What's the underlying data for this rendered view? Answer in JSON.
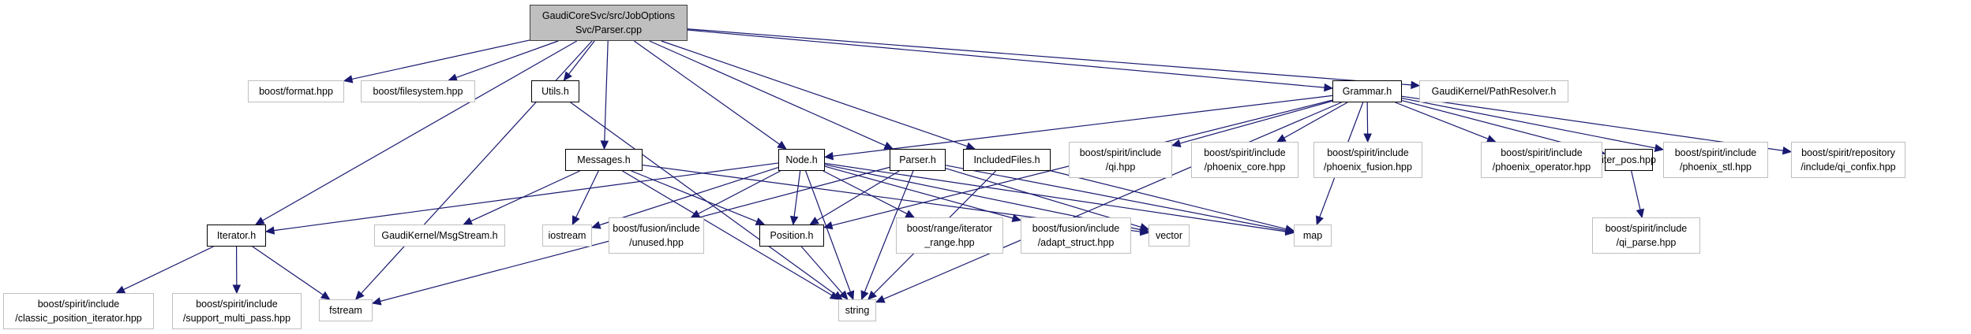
{
  "graph": {
    "title": "GaudiCoreSvc/src/JobOptionsSvc/Parser.cpp",
    "edge_color": "#191970",
    "root_fill": "#bfbfbf",
    "nodes": [
      {
        "id": "root",
        "label": "GaudiCoreSvc/src/JobOptions\nSvc/Parser.cpp",
        "kind": "root"
      },
      {
        "id": "boost_format",
        "label": "boost/format.hpp",
        "kind": "ext"
      },
      {
        "id": "boost_filesystem",
        "label": "boost/filesystem.hpp",
        "kind": "ext"
      },
      {
        "id": "utils_h",
        "label": "Utils.h",
        "kind": "local"
      },
      {
        "id": "grammar_h",
        "label": "Grammar.h",
        "kind": "local"
      },
      {
        "id": "pathresolver",
        "label": "GaudiKernel/PathResolver.h",
        "kind": "ext"
      },
      {
        "id": "messages_h",
        "label": "Messages.h",
        "kind": "local"
      },
      {
        "id": "node_h",
        "label": "Node.h",
        "kind": "local"
      },
      {
        "id": "parser_h",
        "label": "Parser.h",
        "kind": "local"
      },
      {
        "id": "includedfiles_h",
        "label": "IncludedFiles.h",
        "kind": "local"
      },
      {
        "id": "qi_hpp",
        "label": "boost/spirit/include\n/qi.hpp",
        "kind": "ext"
      },
      {
        "id": "phoenix_core",
        "label": "boost/spirit/include\n/phoenix_core.hpp",
        "kind": "ext"
      },
      {
        "id": "phoenix_fusion",
        "label": "boost/spirit/include\n/phoenix_fusion.hpp",
        "kind": "ext"
      },
      {
        "id": "phoenix_operator",
        "label": "boost/spirit/include\n/phoenix_operator.hpp",
        "kind": "ext"
      },
      {
        "id": "iter_pos",
        "label": "iter_pos.hpp",
        "kind": "local"
      },
      {
        "id": "phoenix_stl",
        "label": "boost/spirit/include\n/phoenix_stl.hpp",
        "kind": "ext"
      },
      {
        "id": "qi_confix",
        "label": "boost/spirit/repository\n/include/qi_confix.hpp",
        "kind": "ext"
      },
      {
        "id": "iterator_h",
        "label": "Iterator.h",
        "kind": "local"
      },
      {
        "id": "msgstream",
        "label": "GaudiKernel/MsgStream.h",
        "kind": "ext"
      },
      {
        "id": "iostream",
        "label": "iostream",
        "kind": "ext"
      },
      {
        "id": "fusion_unused",
        "label": "boost/fusion/include\n/unused.hpp",
        "kind": "ext"
      },
      {
        "id": "position_h",
        "label": "Position.h",
        "kind": "local"
      },
      {
        "id": "iterator_range",
        "label": "boost/range/iterator\n_range.hpp",
        "kind": "ext"
      },
      {
        "id": "adapt_struct",
        "label": "boost/fusion/include\n/adapt_struct.hpp",
        "kind": "ext"
      },
      {
        "id": "vector",
        "label": "vector",
        "kind": "ext"
      },
      {
        "id": "map",
        "label": "map",
        "kind": "ext"
      },
      {
        "id": "qi_parse",
        "label": "boost/spirit/include\n/qi_parse.hpp",
        "kind": "ext"
      },
      {
        "id": "classic_pos_iter",
        "label": "boost/spirit/include\n/classic_position_iterator.hpp",
        "kind": "ext"
      },
      {
        "id": "multi_pass",
        "label": "boost/spirit/include\n/support_multi_pass.hpp",
        "kind": "ext"
      },
      {
        "id": "fstream",
        "label": "fstream",
        "kind": "ext"
      },
      {
        "id": "string",
        "label": "string",
        "kind": "ext"
      }
    ],
    "edges": [
      [
        "root",
        "iterator_h"
      ],
      [
        "root",
        "boost_format"
      ],
      [
        "root",
        "boost_filesystem"
      ],
      [
        "root",
        "fstream"
      ],
      [
        "root",
        "utils_h"
      ],
      [
        "root",
        "messages_h"
      ],
      [
        "root",
        "node_h"
      ],
      [
        "root",
        "parser_h"
      ],
      [
        "root",
        "includedfiles_h"
      ],
      [
        "root",
        "grammar_h"
      ],
      [
        "root",
        "pathresolver"
      ],
      [
        "utils_h",
        "string"
      ],
      [
        "grammar_h",
        "node_h"
      ],
      [
        "grammar_h",
        "qi_hpp"
      ],
      [
        "grammar_h",
        "phoenix_core"
      ],
      [
        "grammar_h",
        "phoenix_fusion"
      ],
      [
        "grammar_h",
        "phoenix_operator"
      ],
      [
        "grammar_h",
        "iter_pos"
      ],
      [
        "grammar_h",
        "phoenix_stl"
      ],
      [
        "grammar_h",
        "qi_confix"
      ],
      [
        "grammar_h",
        "map"
      ],
      [
        "grammar_h",
        "string"
      ],
      [
        "grammar_h",
        "position_h"
      ],
      [
        "iter_pos",
        "qi_parse"
      ],
      [
        "messages_h",
        "msgstream"
      ],
      [
        "messages_h",
        "iostream"
      ],
      [
        "messages_h",
        "string"
      ],
      [
        "messages_h",
        "position_h"
      ],
      [
        "messages_h",
        "vector"
      ],
      [
        "node_h",
        "iterator_h"
      ],
      [
        "node_h",
        "iostream"
      ],
      [
        "node_h",
        "fusion_unused"
      ],
      [
        "node_h",
        "position_h"
      ],
      [
        "node_h",
        "iterator_range"
      ],
      [
        "node_h",
        "adapt_struct"
      ],
      [
        "node_h",
        "vector"
      ],
      [
        "node_h",
        "string"
      ],
      [
        "node_h",
        "map"
      ],
      [
        "parser_h",
        "position_h"
      ],
      [
        "parser_h",
        "vector"
      ],
      [
        "parser_h",
        "map"
      ],
      [
        "parser_h",
        "string"
      ],
      [
        "parser_h",
        "fstream"
      ],
      [
        "includedfiles_h",
        "map"
      ],
      [
        "includedfiles_h",
        "string"
      ],
      [
        "position_h",
        "string"
      ],
      [
        "iterator_h",
        "classic_pos_iter"
      ],
      [
        "iterator_h",
        "multi_pass"
      ],
      [
        "iterator_h",
        "fstream"
      ]
    ]
  }
}
